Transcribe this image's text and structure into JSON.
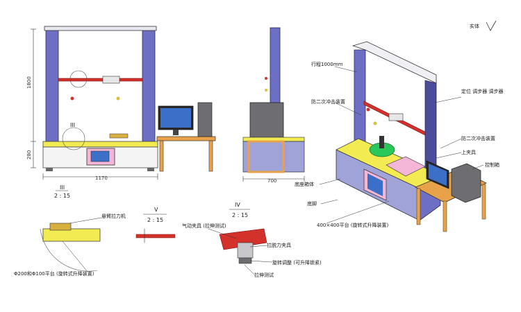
{
  "labels": {
    "corner_mark": "实体",
    "travel": "行程1000mm",
    "clamp_top": "定位 调步器 调步器",
    "fixture_left": "防二次冲击装置",
    "fixture_right": "防二次冲击装置",
    "upper_fixture": "上夹具",
    "control_box": "控制箱",
    "base_box": "底座箱体",
    "foot": "底脚",
    "platform": "400×400平台 (旋转式升降装置)",
    "pulley": "悬臂拉力机",
    "force_sensor": "气动夹具 (拉伸测试)",
    "lift_fixture": "拉脱力夹具",
    "rotate_lock": "旋转调整 (可升降锁紧)",
    "tensile_test": "拉伸测试",
    "drop_platform": "Φ200和Φ100平台 (旋转式升降装置)"
  },
  "dimensions": {
    "height": "1800",
    "base_height": "280",
    "width": "1170",
    "depth": "700"
  },
  "views": {
    "detail3_label": "III",
    "detail3_scale": "2 : 15",
    "detail3_marker": "III",
    "detail5_label": "V",
    "detail5_scale": "2 : 15",
    "detail4_label": "IV",
    "detail4_scale": "2 : 15"
  },
  "colors": {
    "column": "#6d6fc4",
    "column_dark": "#4b4d9a",
    "base_yellow": "#f2ec52",
    "beam_red": "#d2322a",
    "table_orange": "#e8a24a",
    "screen_blue": "#3b6fc8",
    "gray_box": "#6e6e72",
    "platform_green": "#28c85a",
    "pink": "#f4b6d6"
  }
}
